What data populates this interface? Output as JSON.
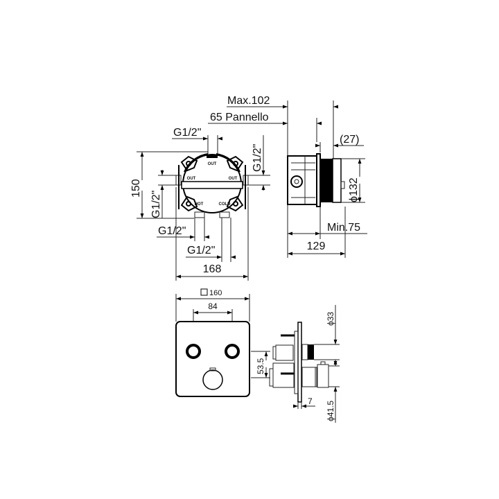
{
  "drawing": {
    "type": "technical-dimension-drawing",
    "top_front_view": {
      "labels": {
        "pipe_top": "G1/2\"",
        "pipe_right": "G1/2\"",
        "pipe_left": "G1/2\"",
        "pipe_bottom_left": "G1/2\"",
        "pipe_bottom_right": "G1/2\"",
        "height": "150",
        "width": "168"
      },
      "port_markings": {
        "top": "OUT",
        "left": "OUT",
        "right": "OUT",
        "bottom_left": "HOT",
        "bottom_right": "COLD"
      }
    },
    "top_side_view": {
      "labels": {
        "max_depth": "Max.102",
        "panel": "65 Pannello",
        "offset": "(27)",
        "diameter": "ϕ132",
        "min_depth": "Min.75",
        "total_depth": "129"
      }
    },
    "bottom_front_view": {
      "labels": {
        "plate_size": "160",
        "plate_size_symbol": "square",
        "knob_spacing": "84",
        "vertical_spacing": "53.5"
      }
    },
    "bottom_side_view": {
      "labels": {
        "upper_diameter": "ϕ33",
        "lower_diameter": "ϕ41.5",
        "plate_thickness": "7"
      }
    }
  }
}
